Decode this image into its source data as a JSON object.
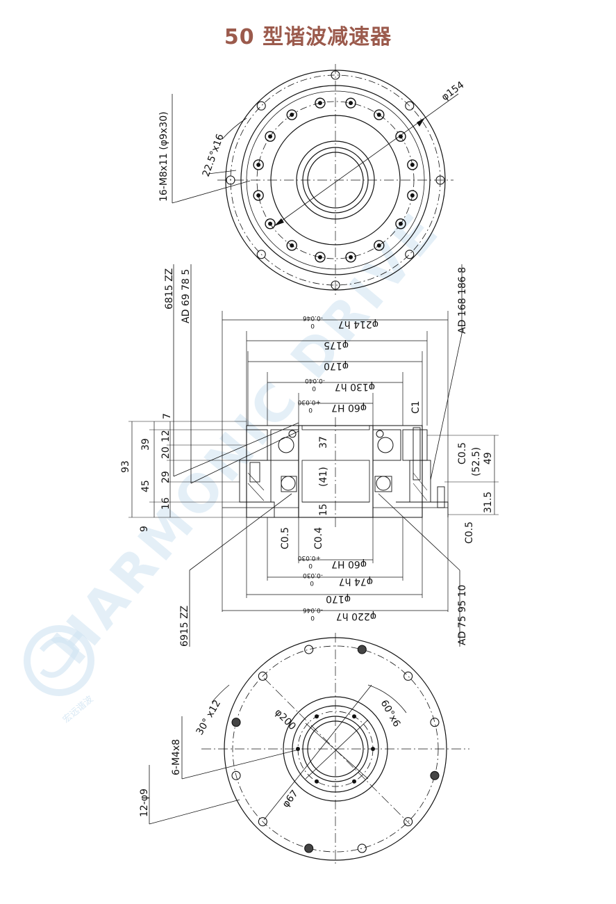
{
  "title": "50 型谐波减速器",
  "watermark": {
    "text": "HARMONIC DRIVE",
    "logo_text": "宏远谐波"
  },
  "colors": {
    "title": "#9b5a4c",
    "line": "#111111",
    "watermark": "#cfe3f2"
  },
  "top_view": {
    "diameter_label": "φ154",
    "holes_label": "16-M8x11 (φ9x30)",
    "angle_label": "22.5°x16"
  },
  "section_view": {
    "bearing_top": "6815 ZZ",
    "seal_top": "AD 69 78 5",
    "seal_right": "AD 168 186 8",
    "bearing_bottom": "6915 ZZ",
    "seal_bottom": "AD 75 95 10",
    "dia_214": "φ214 h7",
    "dia_214_tol": "-0.046",
    "dia_214_tol0": "0",
    "dia_175": "φ175",
    "dia_170_top": "φ170",
    "dia_130": "φ130 h7",
    "dia_130_tol": "-0.040",
    "dia_130_tol0": "0",
    "dia_60_top": "φ60 H7",
    "dia_60_top_tol": "+0.030",
    "dia_60_top_tol0": "0",
    "chamfer_c1": "C1",
    "dia_60_bot": "φ60 H7",
    "dia_60_bot_tol": "+0.030",
    "dia_60_bot_tol0": "0",
    "dia_74": "φ74 h7",
    "dia_74_tol": "-0.030",
    "dia_74_tol0": "0",
    "dia_170_bot": "φ170",
    "dia_220": "φ220 h7",
    "dia_220_tol": "-0.046",
    "dia_220_tol0": "0",
    "left_dims": [
      "7",
      "12",
      "39",
      "20",
      "29",
      "45",
      "16",
      "93",
      "9"
    ],
    "center_dims": [
      "37",
      "(41)",
      "15",
      "C0.4",
      "C0.5"
    ],
    "right_dims": [
      "C0.5",
      "(52.5)",
      "49",
      "31.5",
      "C0.5"
    ]
  },
  "bottom_view": {
    "dia_200": "φ200",
    "dia_67": "φ67",
    "angle_60": "60°x6",
    "angle_30": "30° x12",
    "holes_m4": "6-M4x8",
    "holes_9": "12-φ9"
  }
}
